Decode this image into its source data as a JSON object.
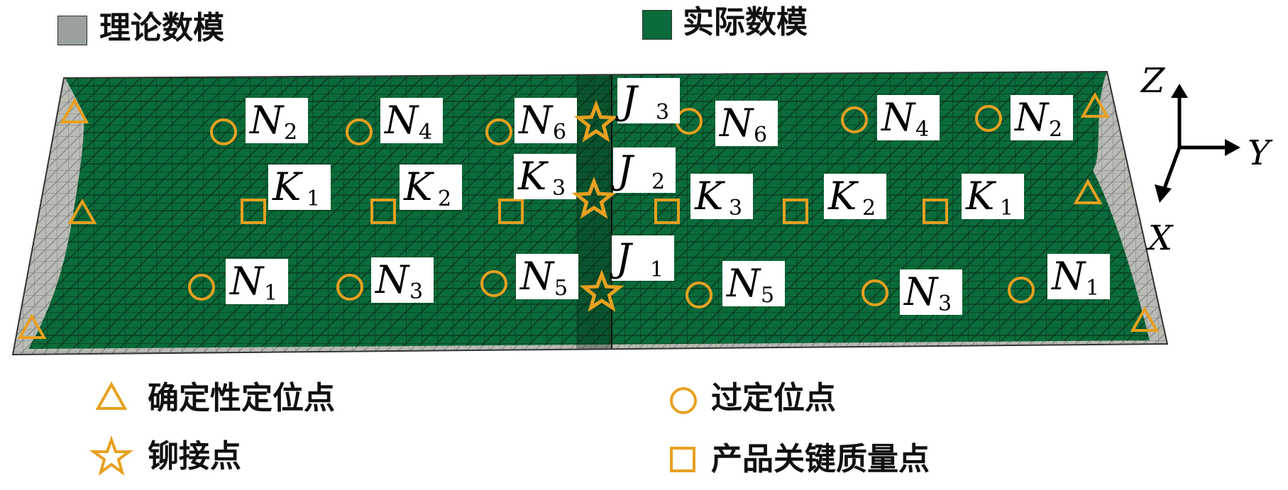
{
  "legend_top": {
    "theoretical": {
      "label": "理论数模",
      "color": "#9aa0a0"
    },
    "actual": {
      "label": "实际数模",
      "color": "#0b6b3a"
    }
  },
  "legend_bottom": {
    "deterministic": "确定性定位点",
    "over": "过定位点",
    "rivet": "铆接点",
    "kqc": "产品关键质量点"
  },
  "axes": {
    "z": "Z",
    "y": "Y",
    "x": "X"
  },
  "colors": {
    "marker": "#e8a020",
    "mesh_green": "#0b6b3a",
    "mesh_gray": "#b9bbb5",
    "mesh_line": "#0a2a16"
  },
  "markers": {
    "deterministic": [
      {
        "id": "d1"
      },
      {
        "id": "d2"
      },
      {
        "id": "d3"
      },
      {
        "id": "d4"
      },
      {
        "id": "d5"
      },
      {
        "id": "d6"
      }
    ],
    "over": [
      {
        "label": "N",
        "sub": "2"
      },
      {
        "label": "N",
        "sub": "4"
      },
      {
        "label": "N",
        "sub": "6"
      },
      {
        "label": "N",
        "sub": "6"
      },
      {
        "label": "N",
        "sub": "4"
      },
      {
        "label": "N",
        "sub": "2"
      },
      {
        "label": "N",
        "sub": "1"
      },
      {
        "label": "N",
        "sub": "3"
      },
      {
        "label": "N",
        "sub": "5"
      },
      {
        "label": "N",
        "sub": "5"
      },
      {
        "label": "N",
        "sub": "3"
      },
      {
        "label": "N",
        "sub": "1"
      }
    ],
    "kqc": [
      {
        "label": "K",
        "sub": "1"
      },
      {
        "label": "K",
        "sub": "2"
      },
      {
        "label": "K",
        "sub": "3"
      },
      {
        "label": "K",
        "sub": "3"
      },
      {
        "label": "K",
        "sub": "2"
      },
      {
        "label": "K",
        "sub": "1"
      }
    ],
    "rivet": [
      {
        "label": "J",
        "sub": "3"
      },
      {
        "label": "J",
        "sub": "2"
      },
      {
        "label": "J",
        "sub": "1"
      }
    ]
  }
}
